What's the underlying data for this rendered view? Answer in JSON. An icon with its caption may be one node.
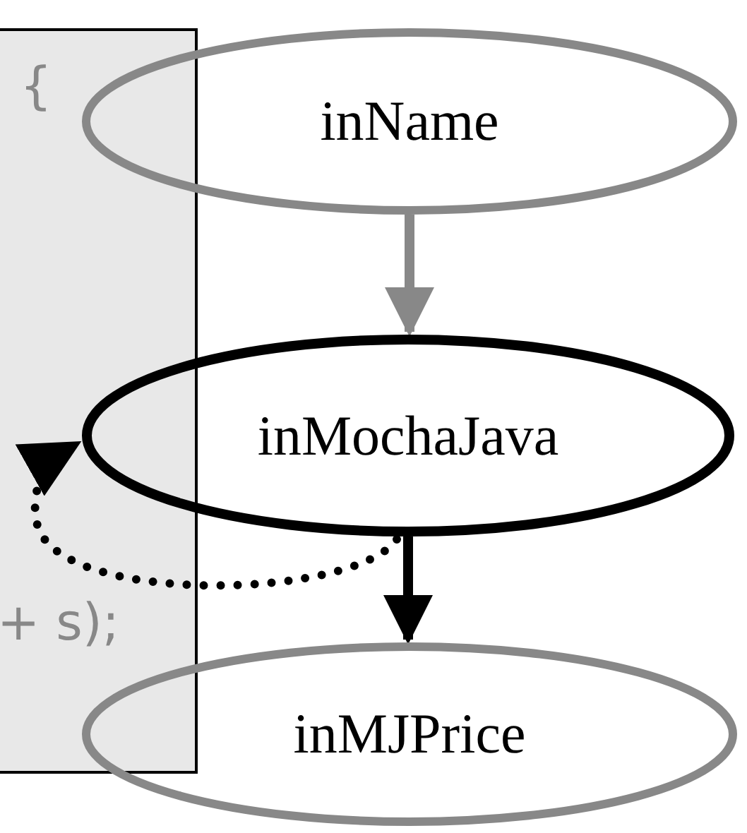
{
  "diagram": {
    "nodes": [
      {
        "text": [
          "inName"
        ]
      },
      {
        "text": [
          "inMochaJava"
        ]
      },
      {
        "text": [
          "inMJPrice"
        ]
      }
    ],
    "edges": [
      {
        "from": 0,
        "to": 1,
        "arrow": "to",
        "color": "#888888"
      },
      {
        "from": 1,
        "to": 2,
        "arrow": "to"
      },
      {
        "from": 1,
        "to": 1,
        "arrow": "to",
        "style": "dashed"
      }
    ],
    "labels": [
      "{",
      "+ s);"
    ]
  }
}
